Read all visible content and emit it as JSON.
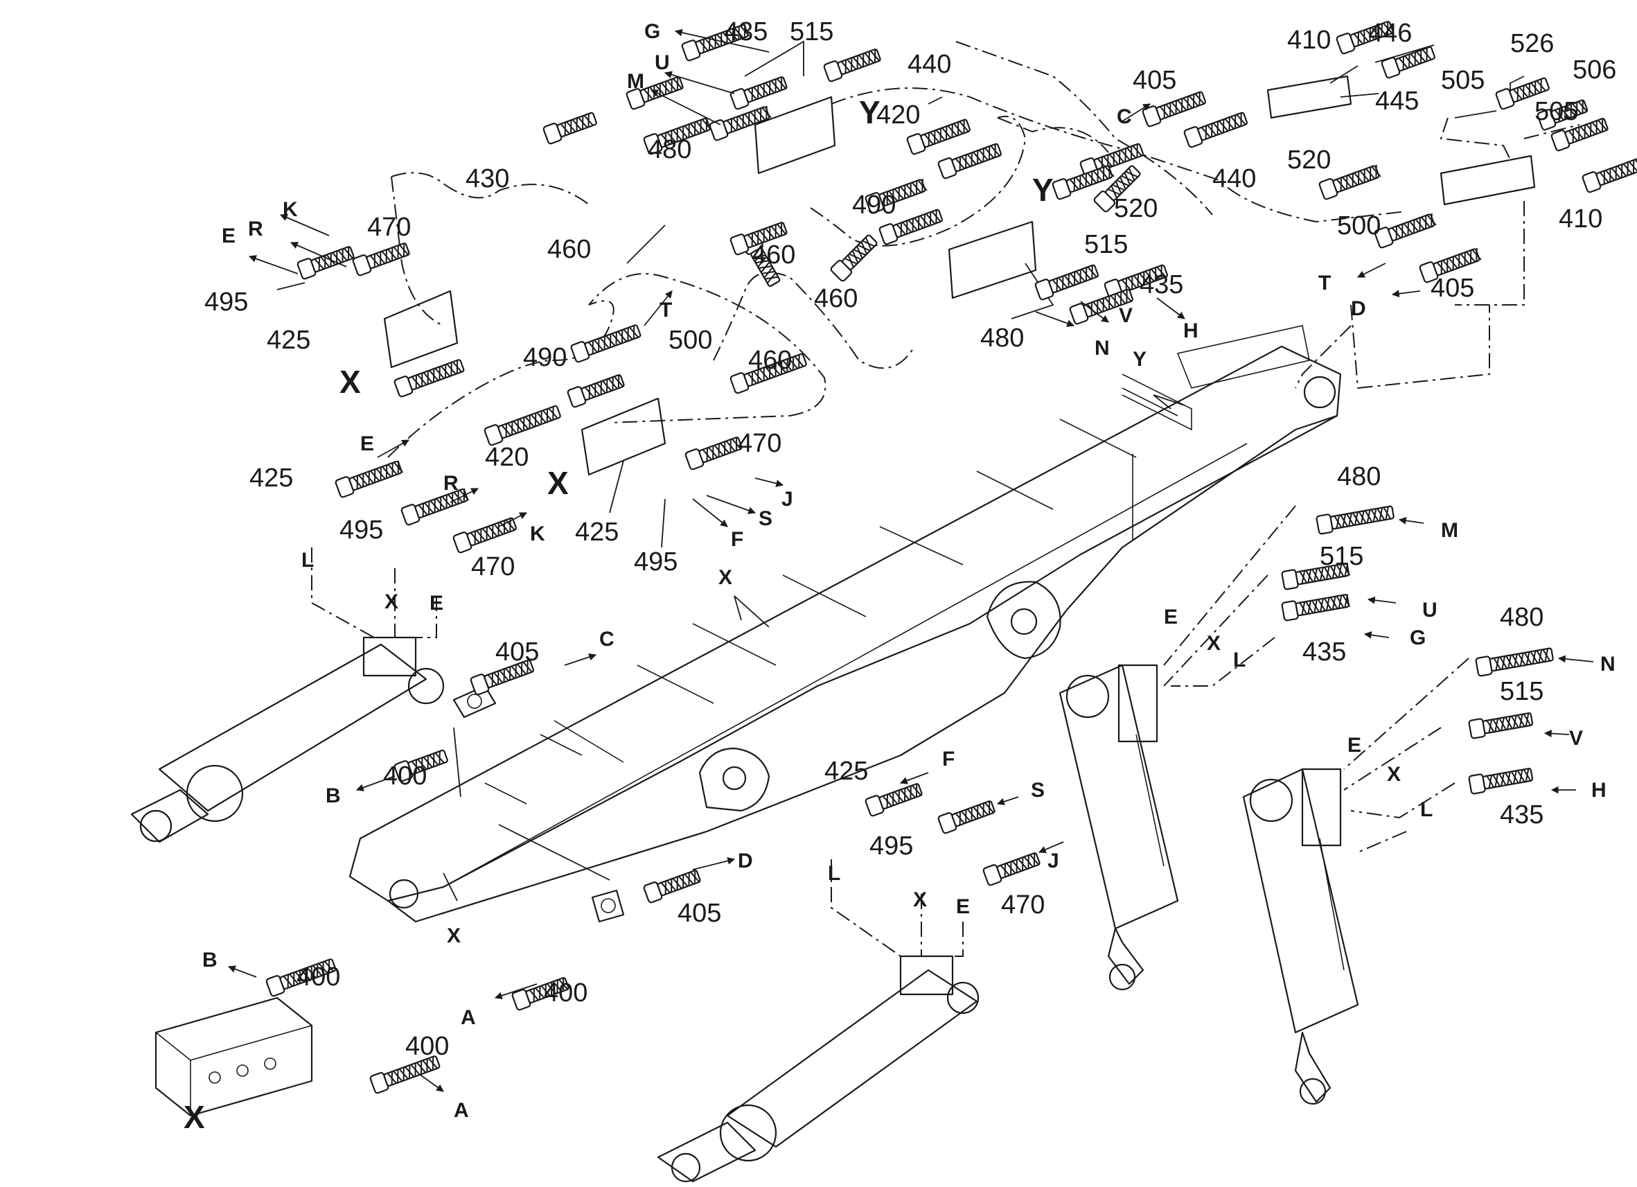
{
  "part_numbers": [
    "400",
    "405",
    "410",
    "420",
    "425",
    "430",
    "435",
    "440",
    "445",
    "446",
    "460",
    "470",
    "480",
    "490",
    "495",
    "500",
    "505",
    "506",
    "515",
    "520",
    "526"
  ],
  "port_letters": [
    "A",
    "B",
    "C",
    "D",
    "E",
    "F",
    "G",
    "H",
    "J",
    "K",
    "L",
    "M",
    "N",
    "R",
    "S",
    "T",
    "U",
    "V"
  ],
  "group_letters": [
    "X",
    "Y"
  ],
  "colors": {
    "line": "#1a1a1a",
    "background": "#ffffff"
  },
  "hose_icon": "braided-hydraulic-hose-icon",
  "arrow_icon": "flow-arrow-icon"
}
